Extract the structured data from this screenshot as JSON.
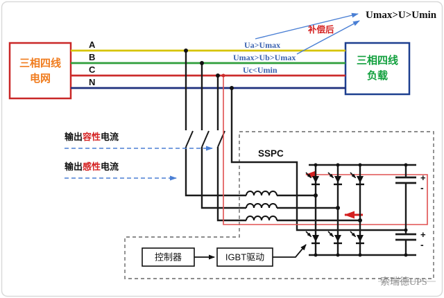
{
  "diagram": {
    "result_label": "Umax>U>Umin",
    "compensation_label": "补偿后",
    "source_box": {
      "line1": "三相四线",
      "line2": "电网"
    },
    "load_box": {
      "line1": "三相四线",
      "line2": "负载"
    },
    "phase_labels": {
      "a": "A",
      "b": "B",
      "c": "C",
      "n": "N"
    },
    "voltage_labels": {
      "ua": "Ua>Umax",
      "ub": "Umax>Ub>Umax",
      "uc": "Uc<Umin"
    },
    "sspc_label": "SSPC",
    "controller_label": "控制器",
    "igbt_driver_label": "IGBT驱动",
    "current_labels": {
      "capacitive": {
        "prefix": "输出",
        "highlight": "容性",
        "suffix": "电流"
      },
      "inductive": {
        "prefix": "输出",
        "highlight": "感性",
        "suffix": "电流"
      }
    },
    "capacitor_labels": {
      "cap1_plus": "+",
      "cap1_minus": "-",
      "cap2_plus": "+",
      "cap2_minus": "-"
    },
    "watermark": "索瑞德UPS",
    "colors": {
      "phase_a": "#d6c400",
      "phase_b": "#2e9e3a",
      "phase_c": "#cc2b2b",
      "phase_n": "#1d2f7c",
      "source_border": "#c92727",
      "source_text": "#f07c1e",
      "load_border": "#1d3f8f",
      "load_text": "#12a03e",
      "voltage_text": "#3a62b0",
      "accent_red": "#d42020",
      "dashed_blue": "#4a7fd4",
      "wire_black": "#1a1a1a"
    }
  }
}
